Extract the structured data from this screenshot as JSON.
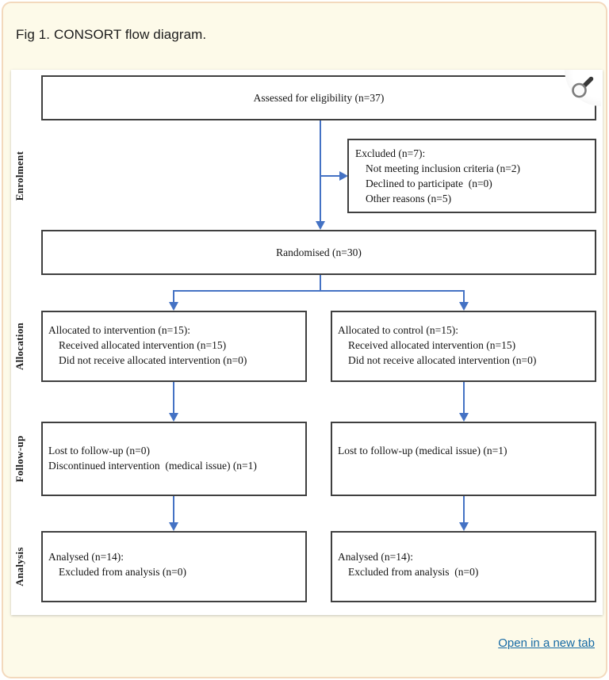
{
  "card": {
    "title": "Fig 1. CONSORT flow diagram.",
    "open_in_new_tab": "Open in a new tab"
  },
  "icons": {
    "magnifier": "magnifier-zoom-icon"
  },
  "colors": {
    "card_background": "#fdfae9",
    "card_border": "#f3d9bd",
    "arrow_blue": "#4472c4",
    "box_border": "#3f3f3f",
    "link_blue": "#166aa5"
  },
  "stages": {
    "enrolment": "Enrolment",
    "allocation": "Allocation",
    "followup": "Follow-up",
    "analysis": "Analysis"
  },
  "boxes": {
    "assessed": {
      "text": "Assessed for eligibility (n=37)"
    },
    "excluded": {
      "line1": "Excluded (n=7):",
      "line2": "Not meeting inclusion criteria (n=2)",
      "line3": "Declined to participate  (n=0)",
      "line4": "Other reasons (n=5)"
    },
    "randomised": {
      "text": "Randomised (n=30)"
    },
    "alloc_intervention": {
      "line1": "Allocated to intervention (n=15):",
      "line2": "Received allocated intervention (n=15)",
      "line3": "Did not receive allocated intervention (n=0)"
    },
    "alloc_control": {
      "line1": "Allocated to control (n=15):",
      "line2": "Received allocated intervention (n=15)",
      "line3": "Did not receive allocated intervention (n=0)"
    },
    "followup_intervention": {
      "line1": "Lost to follow-up (n=0)",
      "line2": "Discontinued intervention  (medical issue) (n=1)"
    },
    "followup_control": {
      "line1": "Lost to follow-up (medical issue) (n=1)"
    },
    "analysis_intervention": {
      "line1": "Analysed (n=14):",
      "line2": "Excluded from analysis (n=0)"
    },
    "analysis_control": {
      "line1": "Analysed (n=14):",
      "line2": "Excluded from analysis  (n=0)"
    }
  }
}
